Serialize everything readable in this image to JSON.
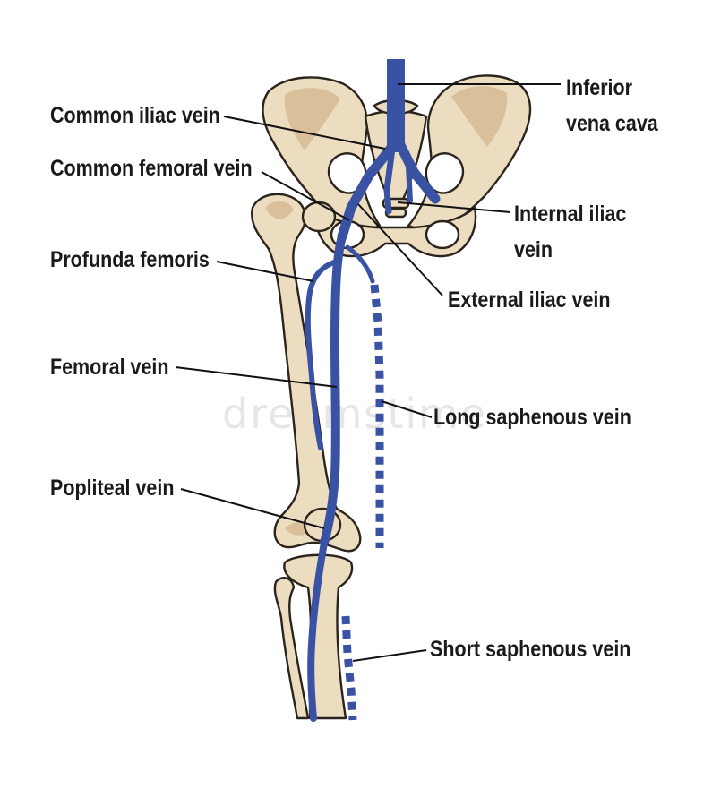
{
  "labels": {
    "inferior_vena_cava": [
      "Inferior",
      "vena cava"
    ],
    "common_iliac_vein": "Common iliac vein",
    "common_femoral_vein": "Common femoral vein",
    "internal_iliac_vein": [
      "Internal iliac",
      "vein"
    ],
    "profunda_femoris": "Profunda femoris",
    "external_iliac_vein": "External iliac vein",
    "femoral_vein": "Femoral vein",
    "long_saphenous_vein": "Long saphenous vein",
    "popliteal_vein": "Popliteal vein",
    "short_saphenous_vein": "Short saphenous vein"
  },
  "watermark": "dreamstime",
  "colors": {
    "vein": "#3a52a4",
    "bone": "#ecdcc0",
    "bone_outline": "#2a241c",
    "label_text": "#1a1a1a"
  }
}
